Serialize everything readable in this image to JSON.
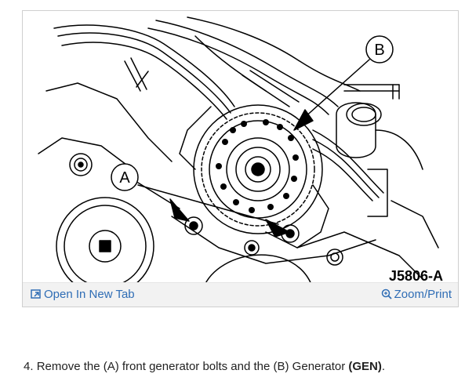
{
  "figure": {
    "figure_id": "J5806-A",
    "callout_a": "A",
    "callout_b": "B",
    "open_tab_label": "Open In New Tab",
    "zoom_label": "Zoom/Print",
    "open_tab_icon": "open-new-tab-icon",
    "zoom_icon": "magnifier-icon",
    "link_color": "#2f6db5"
  },
  "step": {
    "number": "4.",
    "text_before": "Remove the (A) front generator bolts and the (B) Generator",
    "bold_term": "(GEN)",
    "text_after": "."
  }
}
